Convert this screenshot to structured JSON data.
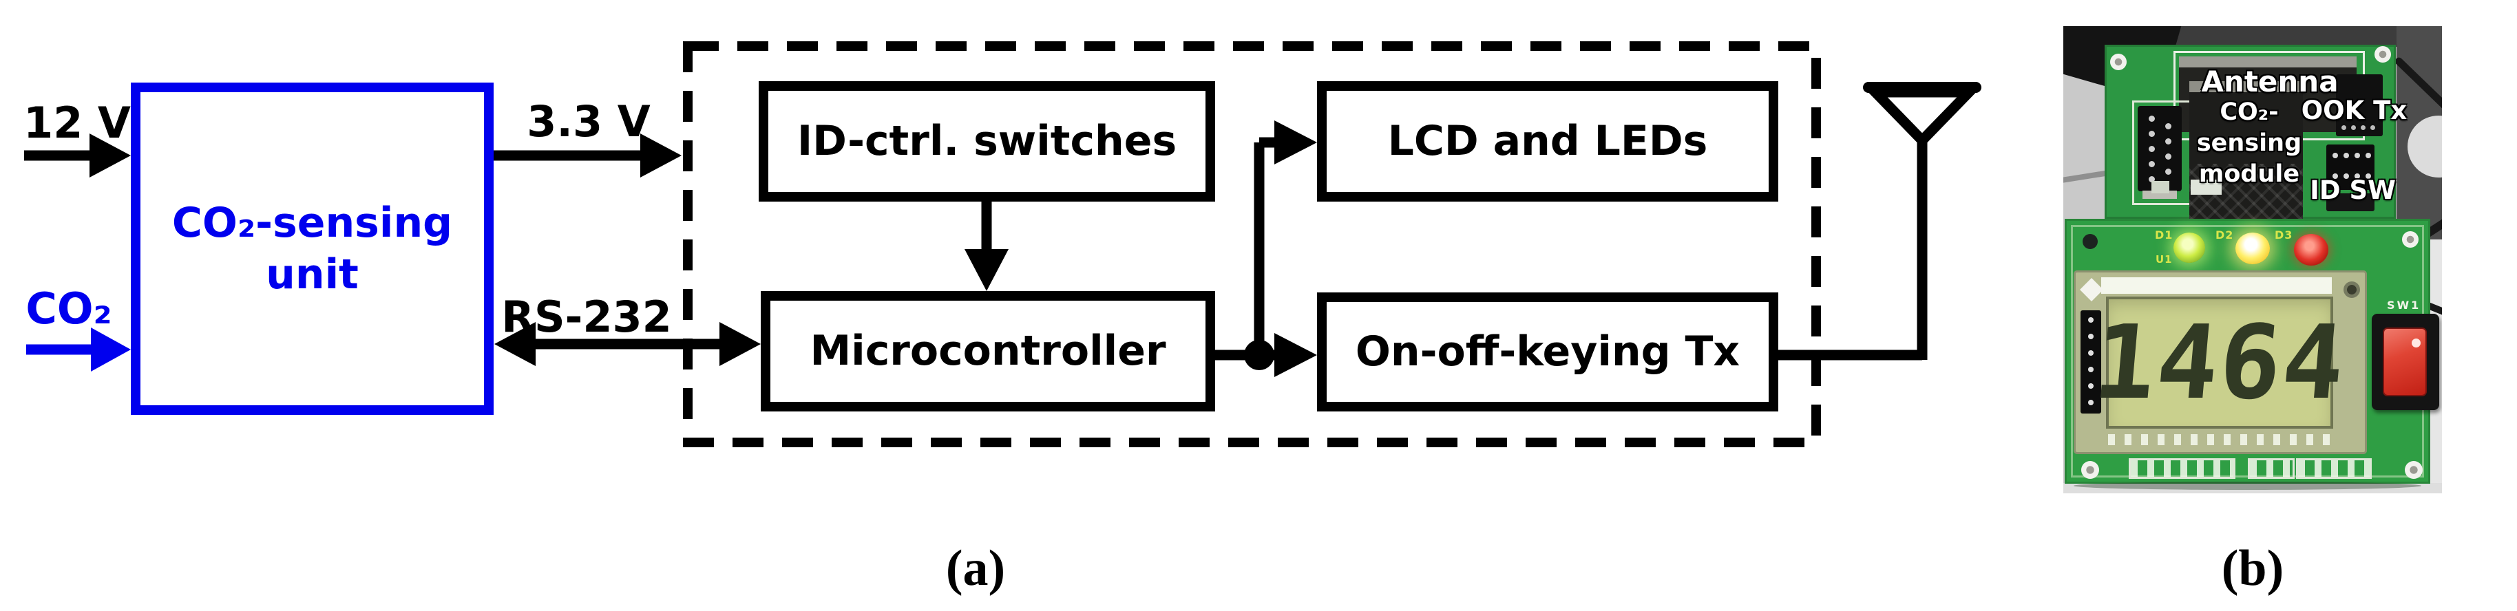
{
  "diagram": {
    "labels": {
      "supply": "12 V",
      "gas": "CO₂",
      "rail": "3.3 V",
      "serial": "RS-232"
    },
    "sensing_unit": {
      "line1": "CO₂-sensing",
      "line2": "unit"
    },
    "blocks": {
      "id_switches": "ID-ctrl. switches",
      "microcontroller": "Microcontroller",
      "lcd_leds": "LCD and LEDs",
      "ook_tx": "On-off-keying Tx"
    },
    "caption": "(a)",
    "colors": {
      "accent_blue": "#0000ee",
      "line_black": "#000000"
    }
  },
  "photo": {
    "caption": "(b)",
    "overlay_labels": {
      "antenna": "Antenna",
      "ook_tx": "OOK Tx",
      "co2_line1": "CO₂-",
      "co2_line2": "sensing",
      "co2_line3": "module",
      "id_sw": "ID SW"
    },
    "silkscreen": {
      "d1": "D1",
      "d2": "D2",
      "d3": "D3",
      "u1": "U1",
      "sw1": "SW1"
    },
    "lcd_reading": "1464",
    "colors": {
      "pcb_green": "#2f9e44",
      "lcd_screen": "#c9d08d",
      "led_d1": "#b6e637",
      "led_d2": "#ffe449",
      "led_d3": "#e0241b",
      "switch_red": "#d92f25"
    }
  }
}
